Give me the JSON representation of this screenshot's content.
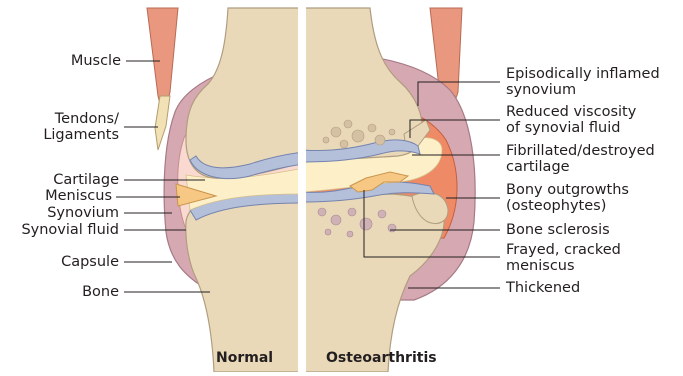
{
  "captions": {
    "normal": "Normal",
    "oa": "Osteoarthritis"
  },
  "left_labels": {
    "muscle": "Muscle",
    "tendons_1": "Tendons/",
    "tendons_2": "Ligaments",
    "cartilage": "Cartilage",
    "meniscus": "Meniscus",
    "synovium": "Synovium",
    "synovial_fluid": "Synovial fluid",
    "capsule": "Capsule",
    "bone": "Bone"
  },
  "right_labels": {
    "inflamed_1": "Episodically inflamed",
    "inflamed_2": "synovium",
    "viscosity_1": "Reduced viscosity",
    "viscosity_2": "of synovial fluid",
    "fibrillated_1": "Fibrillated/destroyed",
    "fibrillated_2": "cartilage",
    "outgrowths_1": "Bony outgrowths",
    "outgrowths_2": "(osteophytes)",
    "sclerosis": "Bone sclerosis",
    "frayed_1": "Frayed, cracked",
    "frayed_2": "meniscus",
    "thickened": "Thickened"
  },
  "colors": {
    "bone": "#ead9b9",
    "bone_stroke": "#b19d80",
    "capsule": "#d6a8b2",
    "capsule_stroke": "#a67a86",
    "cartilage": "#b4bfd9",
    "cartilage_stroke": "#7584ae",
    "synovial_fluid": "#fdf0c8",
    "meniscus": "#f7c784",
    "muscle": "#e9987f",
    "inflamed": "#ee8a66",
    "sclerosis": "#cfb2b6",
    "text": "#231f20"
  }
}
